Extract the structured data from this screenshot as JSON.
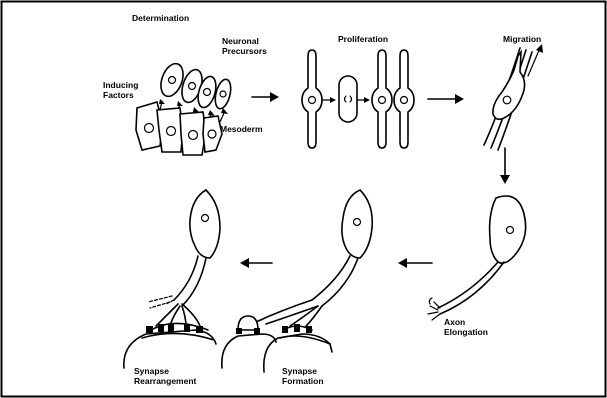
{
  "labels": {
    "determination": "Determination",
    "neuronal_precursors_1": "Neuronal",
    "neuronal_precursors_2": "Precursors",
    "inducing_factors_1": "Inducing",
    "inducing_factors_2": "Factors",
    "mesoderm": "Mesoderm",
    "proliferation": "Proliferation",
    "migration": "Migration",
    "axon_elongation_1": "Axon",
    "axon_elongation_2": "Elongation",
    "synapse_formation_1": "Synapse",
    "synapse_formation_2": "Formation",
    "synapse_rearrangement_1": "Synapse",
    "synapse_rearrangement_2": "Rearrangement"
  }
}
